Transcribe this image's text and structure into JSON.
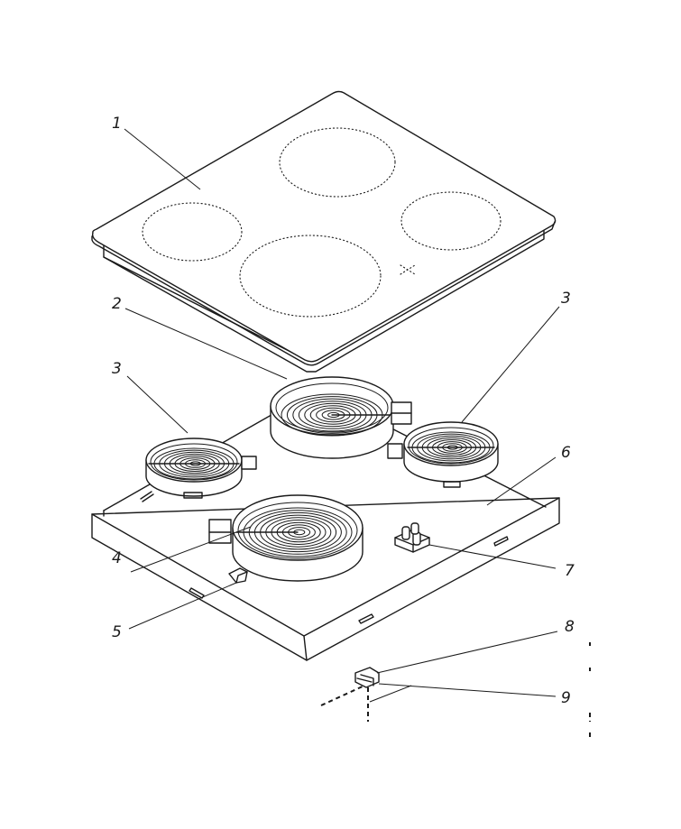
{
  "diagram": {
    "callouts": [
      "1",
      "2",
      "3",
      "3",
      "4",
      "5",
      "6",
      "7",
      "8",
      "9"
    ]
  }
}
